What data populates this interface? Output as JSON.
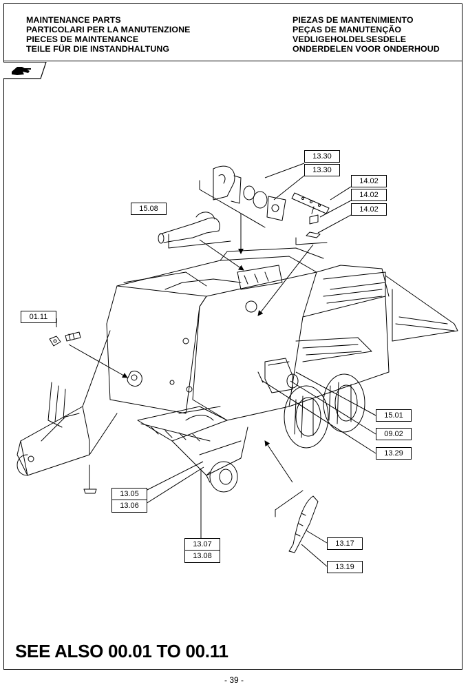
{
  "header": {
    "left_titles": [
      "MAINTENANCE PARTS",
      "PARTICOLARI PER LA MANUTENZIONE",
      "PIECES DE MAINTENANCE",
      "TEILE FÜR DIE INSTANDHALTUNG"
    ],
    "right_titles": [
      "PIEZAS DE MANTENIMIENTO",
      "PEÇAS DE MANUTENÇÃO",
      "VEDLIGEHOLDELSESDELE",
      "ONDERDELEN VOOR ONDERHOUD"
    ]
  },
  "tab_icon": "hand-pointer-icon",
  "callouts": {
    "c1330a": "13.30",
    "c1330b": "13.30",
    "c1402a": "14.02",
    "c1402b": "14.02",
    "c1402c": "14.02",
    "c1508": "15.08",
    "c0111": "01.11",
    "c1501": "15.01",
    "c0902": "09.02",
    "c1329": "13.29",
    "c1305": "13.05",
    "c1306": "13.06",
    "c1307": "13.07",
    "c1308": "13.08",
    "c1317": "13.17",
    "c1319": "13.19"
  },
  "footer": {
    "see_also": "SEE ALSO 00.01 TO 00.11",
    "page_number": "- 39 -"
  }
}
